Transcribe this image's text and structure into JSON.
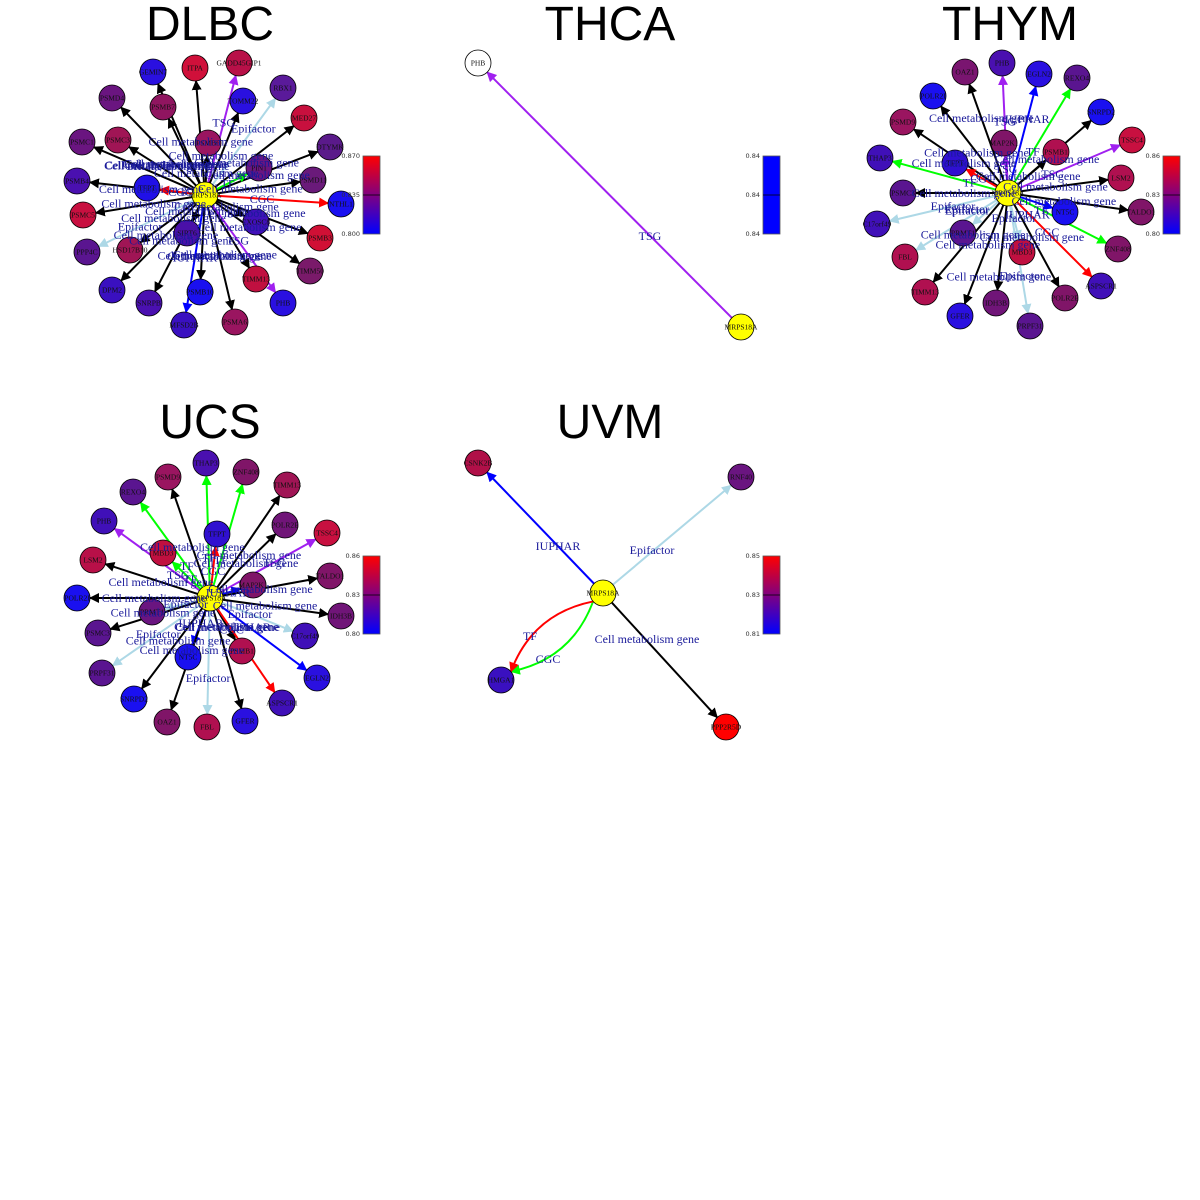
{
  "edge_types": {
    "Cell metabolism gene": "#000000",
    "Epifactor": "#add8e6",
    "CGC": "#ff0000",
    "TSG": "#a020f0",
    "TF": "#00ff00",
    "IUPHAR": "#0000ff"
  },
  "center_color": "#ffff00",
  "panels": [
    {
      "title": "DLBC",
      "center": "MRPS18A",
      "legend": [
        "0.870",
        "0.835",
        "0.800"
      ],
      "legend_colors": [
        "#ff0000",
        "#800080",
        "#0000ff"
      ],
      "nodes": [
        {
          "label": "ITPA",
          "color": "#d0103a",
          "edge": "Cell metabolism gene"
        },
        {
          "label": "GADD45GIP1",
          "color": "#b81048",
          "edge": "TSG"
        },
        {
          "label": "GEMIN7",
          "color": "#2a10e0",
          "edge": "Cell metabolism gene"
        },
        {
          "label": "PSMD4",
          "color": "#6a1580",
          "edge": "Cell metabolism gene"
        },
        {
          "label": "PSMB7",
          "color": "#901560",
          "edge": "Cell metabolism gene"
        },
        {
          "label": "TOMM22",
          "color": "#2a10e0",
          "edge": "Cell metabolism gene"
        },
        {
          "label": "RBX1",
          "color": "#5a1a9a",
          "edge": "Epifactor"
        },
        {
          "label": "MED27",
          "color": "#c8103e",
          "edge": "Cell metabolism gene"
        },
        {
          "label": "DTYMK",
          "color": "#5a1a8a",
          "edge": "Cell metabolism gene"
        },
        {
          "label": "PSMC1",
          "color": "#6a1580",
          "edge": "Cell metabolism gene"
        },
        {
          "label": "PSMC3",
          "color": "#a01555",
          "edge": "Cell metabolism gene"
        },
        {
          "label": "PSMB6",
          "color": "#9a1560",
          "edge": "Cell metabolism gene"
        },
        {
          "label": "PIN1",
          "color": "#6a1580",
          "edge": "TF"
        },
        {
          "label": "PSMD11",
          "color": "#6a1a7a",
          "edge": "Cell metabolism gene"
        },
        {
          "label": "PSMB4",
          "color": "#4a10b0",
          "edge": "Cell metabolism gene"
        },
        {
          "label": "TFPT",
          "color": "#2010e8",
          "edge": "CGC"
        },
        {
          "label": "NTHL1",
          "color": "#1a10f0",
          "edge": "CGC"
        },
        {
          "label": "PSMC5",
          "color": "#c81040",
          "edge": "Cell metabolism gene"
        },
        {
          "label": "EXOSC8",
          "color": "#4010b8",
          "edge": "Cell metabolism gene"
        },
        {
          "label": "PSMB3",
          "color": "#d01035",
          "edge": "Cell metabolism gene"
        },
        {
          "label": "SIRT6",
          "color": "#4a10a8",
          "edge": "Cell metabolism gene"
        },
        {
          "label": "HSD17B10",
          "color": "#a01555",
          "edge": "Cell metabolism gene"
        },
        {
          "label": "PPP4C",
          "color": "#5a1590",
          "edge": "Epifactor"
        },
        {
          "label": "TIMM50",
          "color": "#7a1a6a",
          "edge": "Cell metabolism gene"
        },
        {
          "label": "TIMM13",
          "color": "#c01040",
          "edge": "Cell metabolism gene"
        },
        {
          "label": "DPM2",
          "color": "#3a10c0",
          "edge": "Cell metabolism gene"
        },
        {
          "label": "PSMB10",
          "color": "#1a10f0",
          "edge": "Cell metabolism gene"
        },
        {
          "label": "PHB",
          "color": "#2a10e0",
          "edge": "TSG"
        },
        {
          "label": "SNRPB",
          "color": "#4a10b0",
          "edge": "Cell metabolism gene"
        },
        {
          "label": "PSMA6",
          "color": "#9a1560",
          "edge": "Cell metabolism gene"
        },
        {
          "label": "MFSD2B",
          "color": "#3a10c0",
          "edge": "IUPHAR"
        }
      ]
    },
    {
      "title": "THCA",
      "center": "MRPS18A",
      "legend": [
        "0.84",
        "0.84",
        "0.84"
      ],
      "legend_colors": [
        "#0000ff",
        "#0000ff",
        "#0000ff"
      ],
      "nodes": [
        {
          "label": "PHB",
          "color": "#ffffff",
          "edge": "TSG"
        }
      ]
    },
    {
      "title": "THYM",
      "center": "MRPS18A",
      "legend": [
        "0.86",
        "0.83",
        "0.80"
      ],
      "legend_colors": [
        "#ff0000",
        "#800080",
        "#0000ff"
      ],
      "nodes": [
        {
          "label": "PHB",
          "color": "#4a10b0",
          "edge": "TSG"
        },
        {
          "label": "OAZ1",
          "color": "#7a1570",
          "edge": "Cell metabolism gene"
        },
        {
          "label": "EGLN2",
          "color": "#2a10e0",
          "edge": "IUPHAR"
        },
        {
          "label": "REXO4",
          "color": "#5a1590",
          "edge": "TF"
        },
        {
          "label": "POLR2I",
          "color": "#1a10f0",
          "edge": "Cell metabolism gene"
        },
        {
          "label": "SNRPD2",
          "color": "#1a10f0",
          "edge": "Cell metabolism gene"
        },
        {
          "label": "PSMD9",
          "color": "#9a1560",
          "edge": "Cell metabolism gene"
        },
        {
          "label": "TSSC4",
          "color": "#c81040",
          "edge": "TSG"
        },
        {
          "label": "MAP2K1",
          "color": "#801568",
          "edge": "TSG"
        },
        {
          "label": "PSMB1",
          "color": "#b01050",
          "edge": "Cell metabolism gene"
        },
        {
          "label": "THAP3",
          "color": "#4010b8",
          "edge": "TF"
        },
        {
          "label": "TFPT",
          "color": "#3010d0",
          "edge": "CGC"
        },
        {
          "label": "LSM2",
          "color": "#b01050",
          "edge": "Cell metabolism gene"
        },
        {
          "label": "PSMC3",
          "color": "#5a1590",
          "edge": "Cell metabolism gene"
        },
        {
          "label": "TALDO1",
          "color": "#801568",
          "edge": "Cell metabolism gene"
        },
        {
          "label": "NT5C",
          "color": "#1a10f0",
          "edge": "IUPHAR"
        },
        {
          "label": "C17orf49",
          "color": "#4010b8",
          "edge": "Epifactor"
        },
        {
          "label": "PRMT1",
          "color": "#5a1590",
          "edge": "Epifactor"
        },
        {
          "label": "ZNF408",
          "color": "#801568",
          "edge": "TF"
        },
        {
          "label": "MBD3",
          "color": "#c01040",
          "edge": "Epifactor"
        },
        {
          "label": "FBL",
          "color": "#b01050",
          "edge": "Epifactor"
        },
        {
          "label": "ASPSCR1",
          "color": "#4010b8",
          "edge": "CGC"
        },
        {
          "label": "TIMM13",
          "color": "#b01050",
          "edge": "Cell metabolism gene"
        },
        {
          "label": "IDH3B",
          "color": "#701578",
          "edge": "Cell metabolism gene"
        },
        {
          "label": "POLR2E",
          "color": "#801568",
          "edge": "Cell metabolism gene"
        },
        {
          "label": "GFER",
          "color": "#2a10e0",
          "edge": "Cell metabolism gene"
        },
        {
          "label": "PRPF31",
          "color": "#5a1590",
          "edge": "Epifactor"
        }
      ]
    },
    {
      "title": "UCS",
      "center": "MRPS18A",
      "legend": [
        "0.86",
        "0.83",
        "0.80"
      ],
      "legend_colors": [
        "#ff0000",
        "#800080",
        "#0000ff"
      ],
      "nodes": [
        {
          "label": "THAP3",
          "color": "#4a10b0",
          "edge": "TF"
        },
        {
          "label": "PSMD9",
          "color": "#9a1560",
          "edge": "Cell metabolism gene"
        },
        {
          "label": "ZNF408",
          "color": "#801568",
          "edge": "TF"
        },
        {
          "label": "TIMM13",
          "color": "#a01555",
          "edge": "Cell metabolism gene"
        },
        {
          "label": "REXO4",
          "color": "#5a1590",
          "edge": "TF"
        },
        {
          "label": "PHB",
          "color": "#4010b8",
          "edge": "TSG"
        },
        {
          "label": "TFPT",
          "color": "#3010d0",
          "edge": "CGC"
        },
        {
          "label": "POLR2E",
          "color": "#701578",
          "edge": "Cell metabolism gene"
        },
        {
          "label": "TSSC4",
          "color": "#c81040",
          "edge": "TSG"
        },
        {
          "label": "MBD3",
          "color": "#c01040",
          "edge": "TF"
        },
        {
          "label": "LSM2",
          "color": "#b81048",
          "edge": "Cell metabolism gene"
        },
        {
          "label": "MAP2K1",
          "color": "#801568",
          "edge": "IUPHAR"
        },
        {
          "label": "TALDO1",
          "color": "#801568",
          "edge": "Cell metabolism gene"
        },
        {
          "label": "POLR2I",
          "color": "#1a10f0",
          "edge": "Cell metabolism gene"
        },
        {
          "label": "IDH3B",
          "color": "#701578",
          "edge": "Cell metabolism gene"
        },
        {
          "label": "PRMT1",
          "color": "#6a1580",
          "edge": "Epifactor"
        },
        {
          "label": "PSMC3",
          "color": "#5a1590",
          "edge": "Cell metabolism gene"
        },
        {
          "label": "C17orf49",
          "color": "#4010b8",
          "edge": "Epifactor"
        },
        {
          "label": "NT5C",
          "color": "#1a10f0",
          "edge": "IUPHAR"
        },
        {
          "label": "PSMB1",
          "color": "#b01050",
          "edge": "Cell metabolism gene"
        },
        {
          "label": "PRPF31",
          "color": "#5a1590",
          "edge": "Epifactor"
        },
        {
          "label": "EGLN2",
          "color": "#2a10e0",
          "edge": "IUPHAR"
        },
        {
          "label": "SNRPD2",
          "color": "#1a10f0",
          "edge": "Cell metabolism gene"
        },
        {
          "label": "ASPSCR1",
          "color": "#4010b8",
          "edge": "CGC"
        },
        {
          "label": "OAZ1",
          "color": "#801568",
          "edge": "Cell metabolism gene"
        },
        {
          "label": "FBL",
          "color": "#b01050",
          "edge": "Epifactor"
        },
        {
          "label": "GFER",
          "color": "#2a10e0",
          "edge": "Cell metabolism gene"
        }
      ]
    },
    {
      "title": "UVM",
      "center": "MRPS18A",
      "legend": [
        "0.85",
        "0.83",
        "0.81"
      ],
      "legend_colors": [
        "#ff0000",
        "#800080",
        "#0000ff"
      ],
      "nodes": [
        {
          "label": "CSNK2B",
          "color": "#b01048",
          "edge": "IUPHAR"
        },
        {
          "label": "RNF40",
          "color": "#6a1580",
          "edge": "Epifactor"
        },
        {
          "label": "HMGA1",
          "color": "#3a10c0",
          "edge": "TF"
        },
        {
          "label": "HMGA1",
          "color": "#3a10c0",
          "edge": "CGC"
        },
        {
          "label": "PPP2R5D",
          "color": "#ff0000",
          "edge": "Cell metabolism gene"
        }
      ]
    }
  ]
}
